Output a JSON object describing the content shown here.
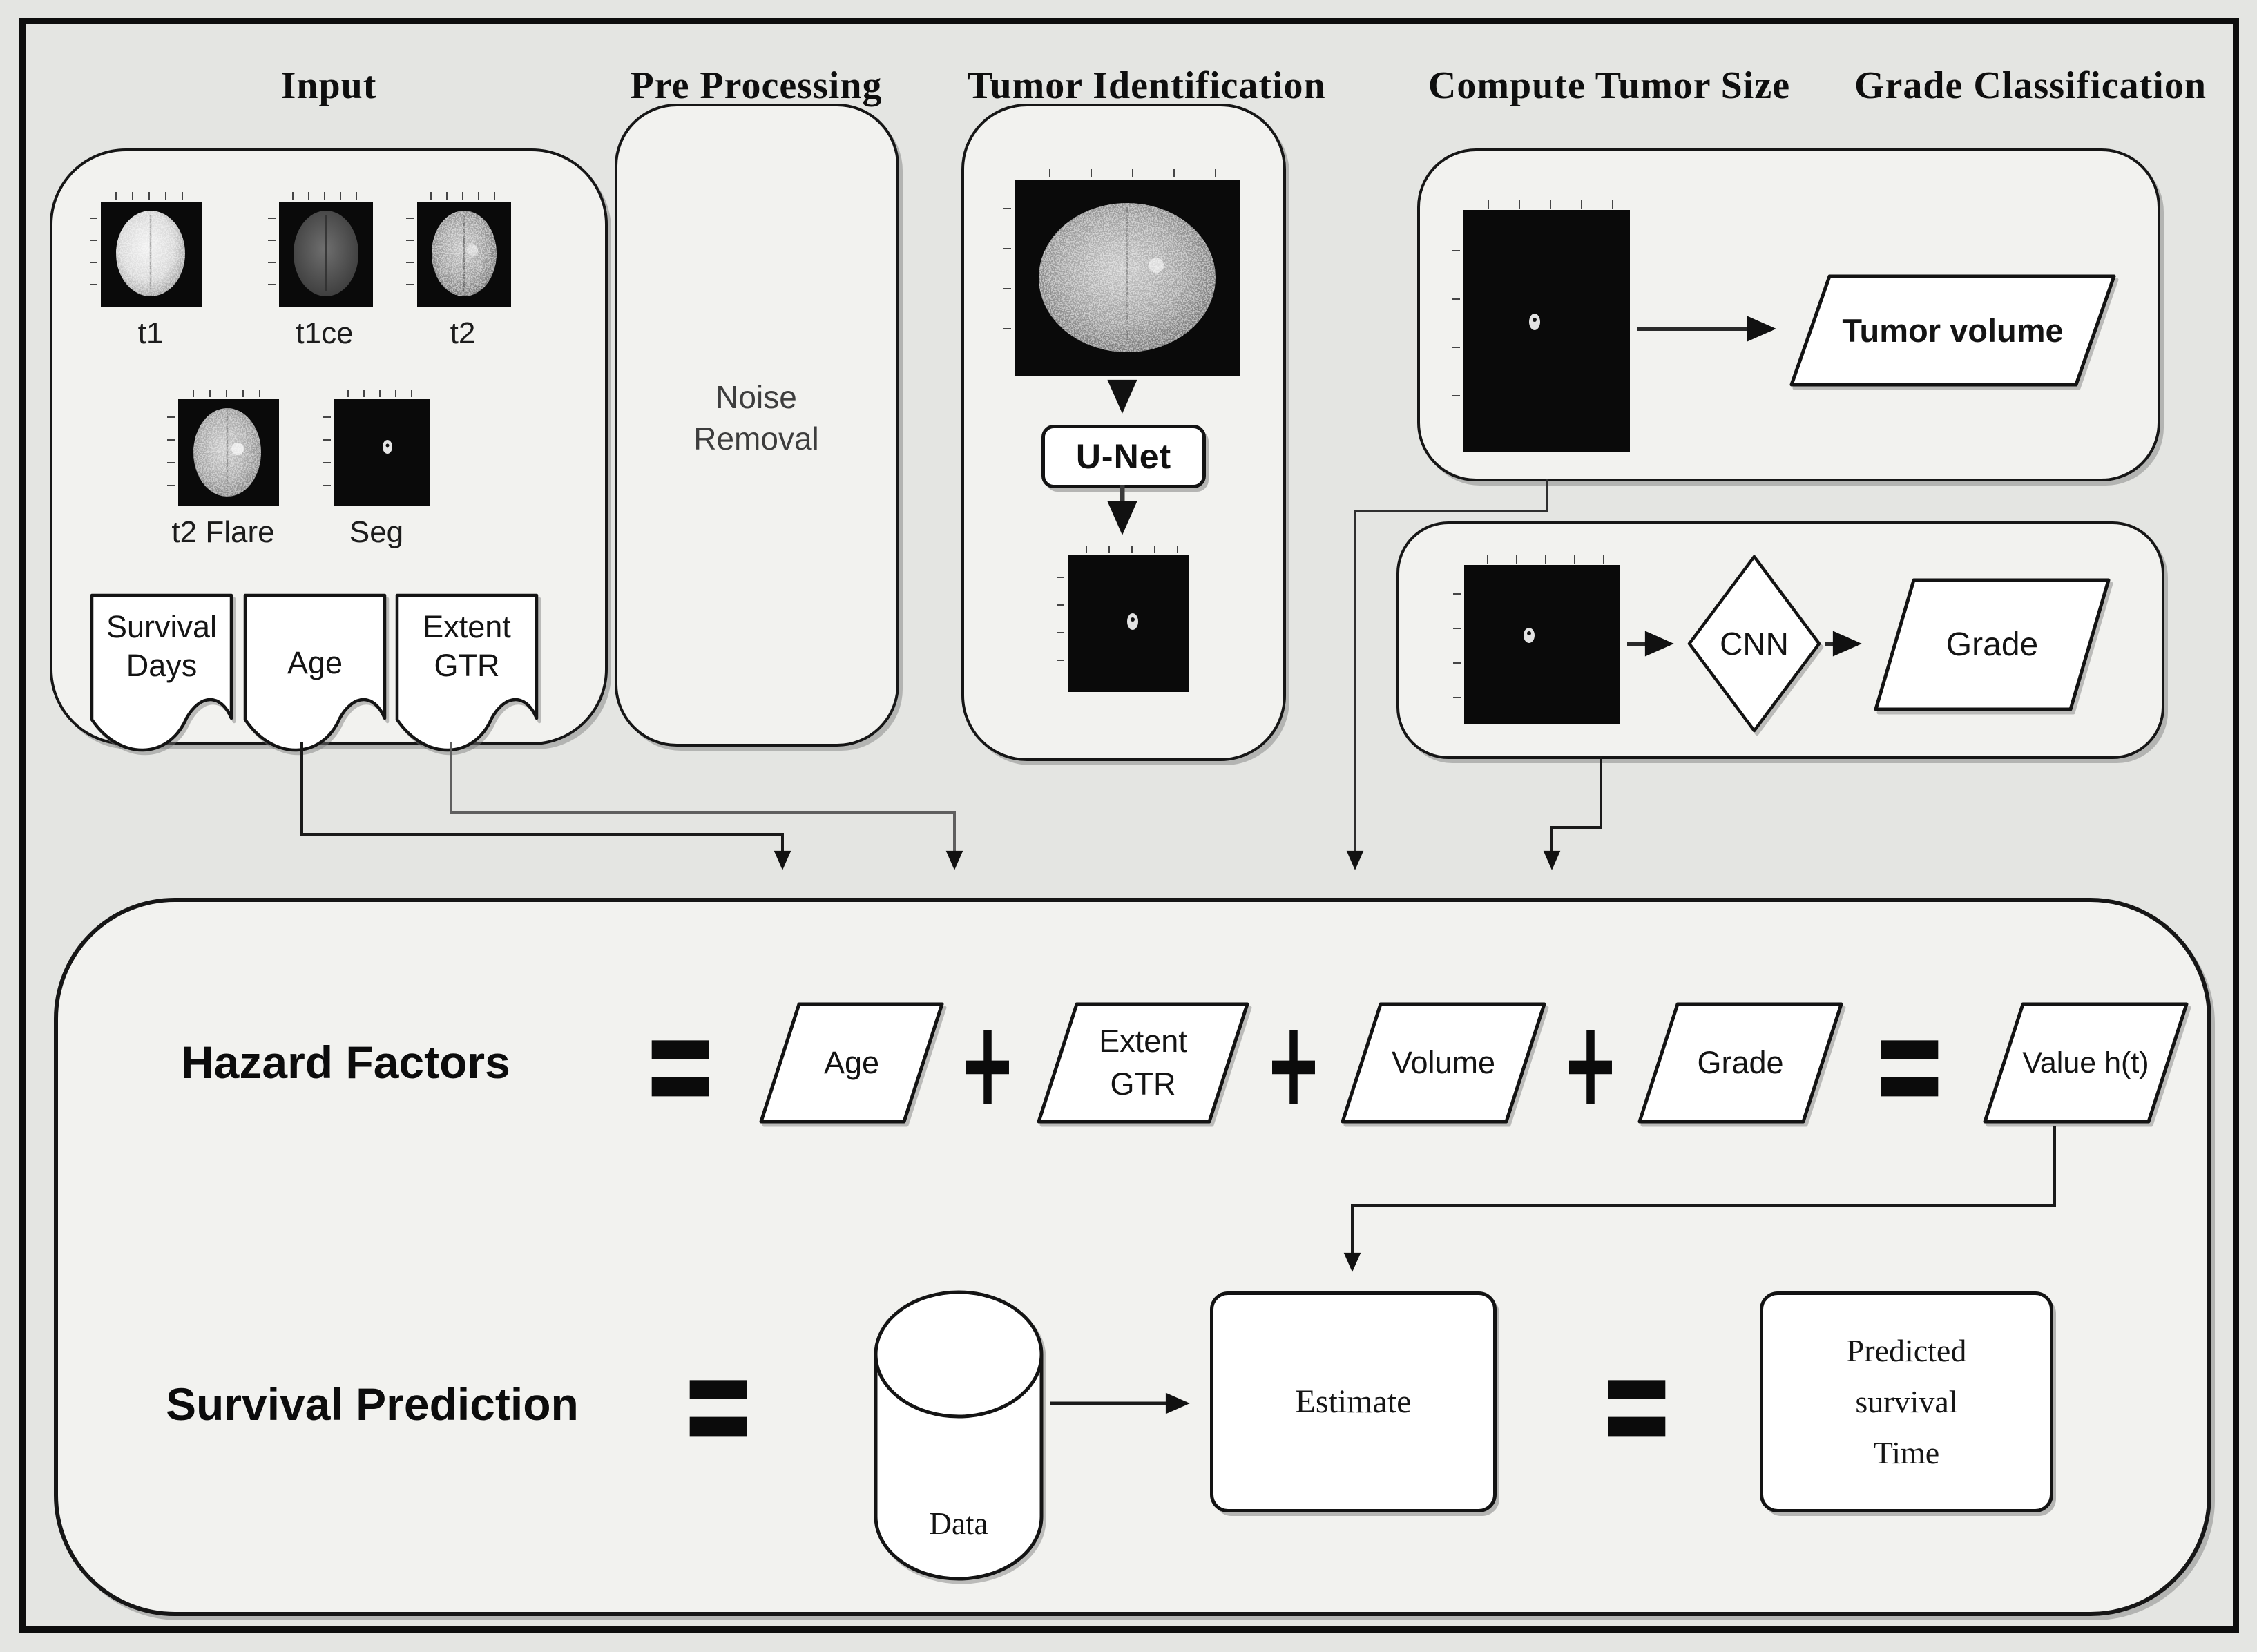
{
  "headers": {
    "input": "Input",
    "preprocessing": "Pre Processing",
    "tumor_identification": "Tumor Identification",
    "compute_tumor_size": "Compute Tumor Size",
    "grade_classification": "Grade Classification"
  },
  "input_panel": {
    "scans": [
      {
        "label": "t1"
      },
      {
        "label": "t1ce"
      },
      {
        "label": "t2"
      },
      {
        "label": "t2 Flare"
      },
      {
        "label": "Seg"
      }
    ],
    "documents": [
      {
        "line1": "Survival",
        "line2": "Days"
      },
      {
        "line1": "Age",
        "line2": ""
      },
      {
        "line1": "Extent",
        "line2": "GTR"
      }
    ]
  },
  "preprocessing_panel": {
    "step_line1": "Noise",
    "step_line2": "Removal"
  },
  "tumor_identification_panel": {
    "model": "U-Net"
  },
  "compute_tumor_size_panel": {
    "output": "Tumor volume"
  },
  "grade_classification_panel": {
    "model": "CNN",
    "output": "Grade"
  },
  "hazard_equation": {
    "title": "Hazard Factors",
    "term1": "Age",
    "term2_line1": "Extent",
    "term2_line2": "GTR",
    "term3": "Volume",
    "term4": "Grade",
    "result": "Value h(t)"
  },
  "survival_equation": {
    "title": "Survival Prediction",
    "database": "Data",
    "process": "Estimate",
    "result_line1": "Predicted",
    "result_line2": "survival",
    "result_line3": "Time"
  },
  "symbols": {
    "equals": "=",
    "plus": "+"
  },
  "colors": {
    "background": "#e4e5e2",
    "panel_fill": "#f2f2ef",
    "shape_fill": "#ffffff",
    "line": "#1a1a1a",
    "line_secondary": "#5f5f5f"
  }
}
